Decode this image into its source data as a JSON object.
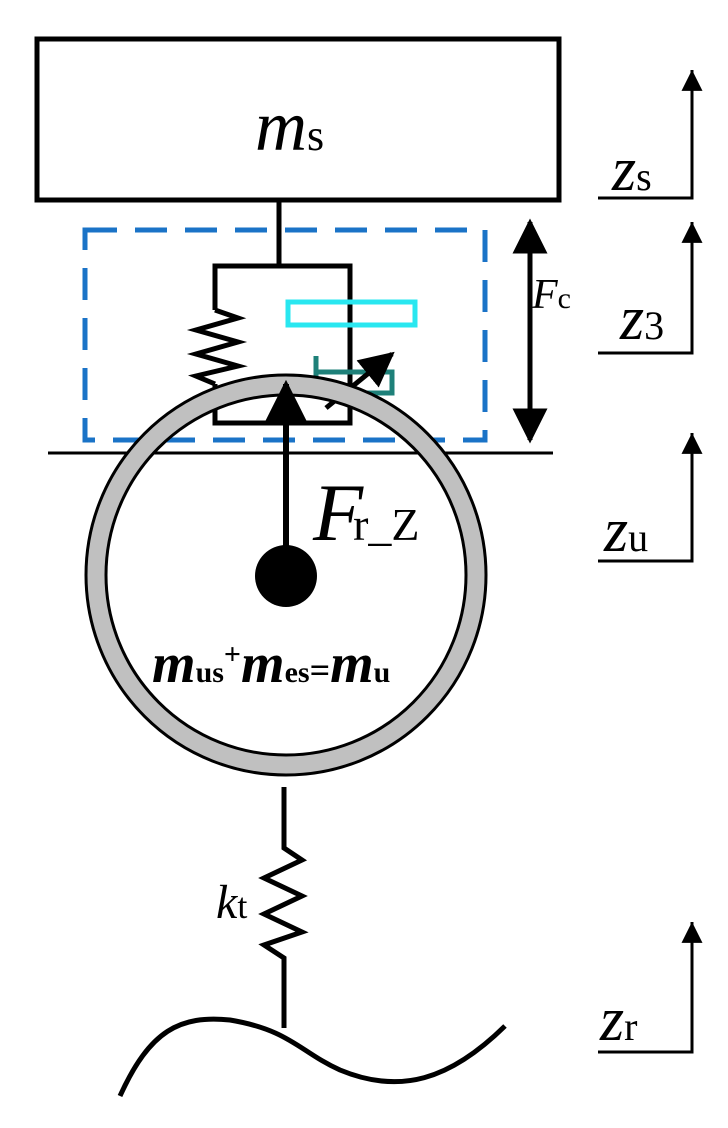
{
  "colors": {
    "line": "#000000",
    "dashed_box": "#1a73c7",
    "actuator_bar": "#29e7f0",
    "valve": "#1e8079",
    "tire": "#c0c0c0"
  },
  "labels": {
    "ms_symbol": "m",
    "ms_sub": "s",
    "fc_symbol": "F",
    "fc_sub": "c",
    "frz_symbol": "F",
    "frz_sub": "r_Z",
    "mus_symbol": "m",
    "mus_sub": "us",
    "plus": "+",
    "mes_symbol": "m",
    "mes_sub": "es",
    "equals": "=",
    "mu_symbol": "m",
    "mu_sub": "u",
    "kt_symbol": "k",
    "kt_sub": "t",
    "zs_symbol": "z",
    "zs_sub": "s",
    "z3_symbol": "z",
    "z3_sub": "3",
    "zu_symbol": "z",
    "zu_sub": "u",
    "zr_symbol": "z",
    "zr_sub": "r"
  }
}
